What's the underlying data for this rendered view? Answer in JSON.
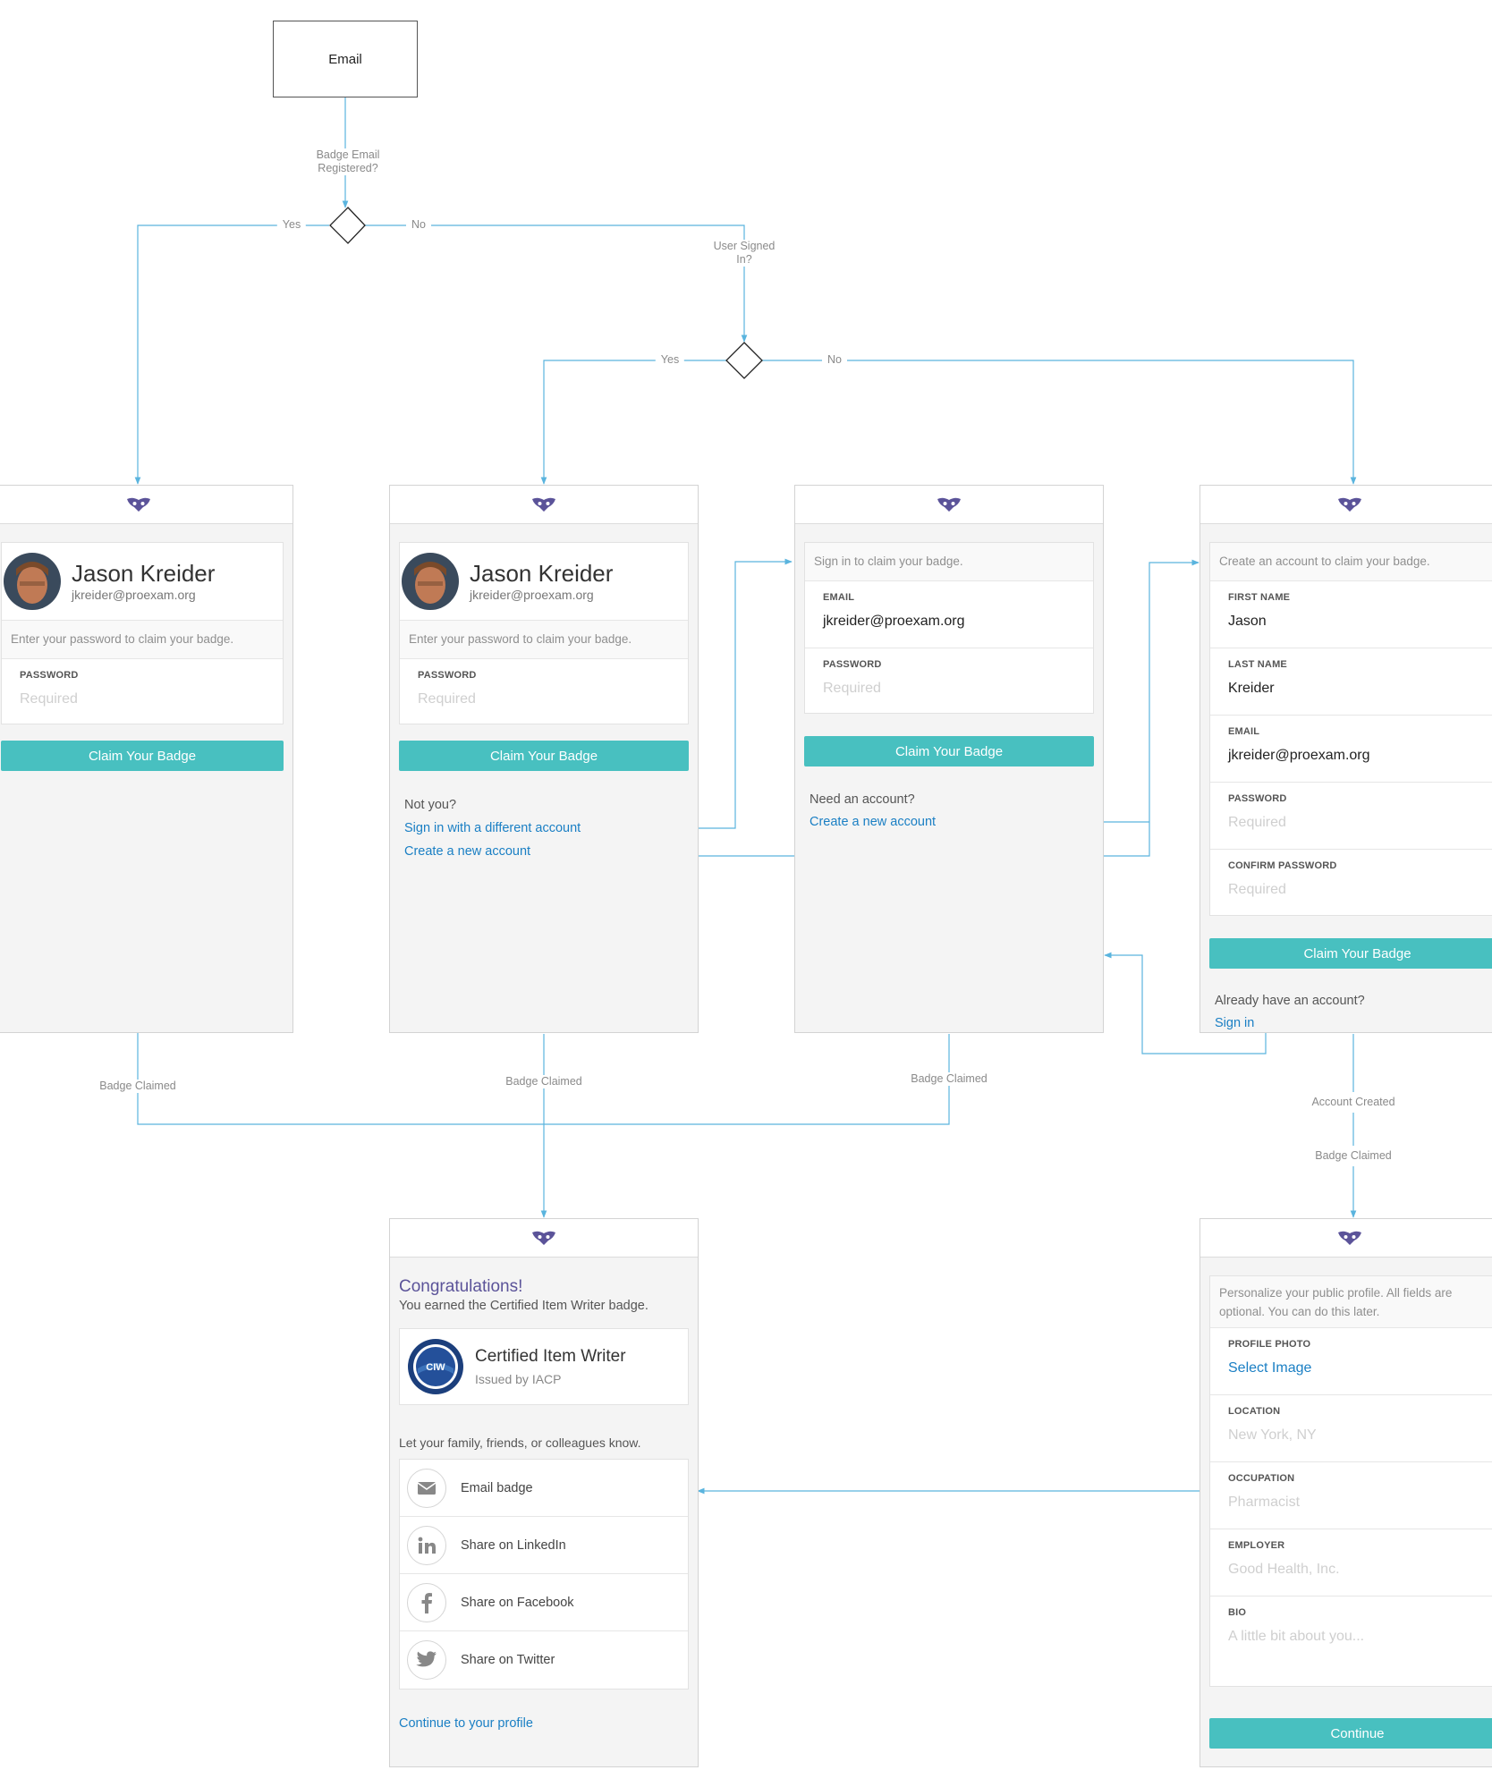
{
  "start_node": {
    "label": "Email"
  },
  "decisions": {
    "badge_email": {
      "question": "Badge Email Registered?",
      "yes": "Yes",
      "no": "No"
    },
    "signed_in": {
      "question": "User Signed In?",
      "yes": "Yes",
      "no": "No"
    }
  },
  "edge_labels": {
    "claimed_1": "Badge Claimed",
    "claimed_2": "Badge Claimed",
    "claimed_3": "Badge Claimed",
    "account_created": "Account Created",
    "claimed_4": "Badge Claimed"
  },
  "screen_registered": {
    "name": "Jason Kreider",
    "email": "jkreider@proexam.org",
    "hint": "Enter your password to claim your badge.",
    "password_label": "PASSWORD",
    "password_placeholder": "Required",
    "button": "Claim Your Badge"
  },
  "screen_signed_in": {
    "name": "Jason Kreider",
    "email": "jkreider@proexam.org",
    "hint": "Enter your password to claim your badge.",
    "password_label": "PASSWORD",
    "password_placeholder": "Required",
    "button": "Claim Your Badge",
    "not_you": "Not you?",
    "link_different": "Sign in with a different account",
    "link_create": "Create a new account"
  },
  "screen_sign_in": {
    "hint": "Sign in to claim your badge.",
    "email_label": "EMAIL",
    "email_value": "jkreider@proexam.org",
    "password_label": "PASSWORD",
    "password_placeholder": "Required",
    "button": "Claim Your Badge",
    "need_account": "Need an account?",
    "link_create": "Create a new account"
  },
  "screen_create": {
    "hint": "Create an account to claim your badge.",
    "first_label": "FIRST NAME",
    "first_value": "Jason",
    "last_label": "LAST NAME",
    "last_value": "Kreider",
    "email_label": "EMAIL",
    "email_value": "jkreider@proexam.org",
    "password_label": "PASSWORD",
    "password_placeholder": "Required",
    "confirm_label": "CONFIRM PASSWORD",
    "confirm_placeholder": "Required",
    "button": "Claim Your Badge",
    "already": "Already have an account?",
    "link_signin": "Sign in"
  },
  "screen_congrats": {
    "title": "Congratulations!",
    "subtitle": "You earned the Certified Item Writer badge.",
    "badge_name": "Certified Item Writer",
    "badge_issuer": "Issued by IACP",
    "badge_logo_text": "CIW",
    "share_prompt": "Let your family, friends, or colleagues know.",
    "share": [
      {
        "label": "Email badge",
        "icon": "envelope-icon"
      },
      {
        "label": "Share on LinkedIn",
        "icon": "linkedin-icon"
      },
      {
        "label": "Share on Facebook",
        "icon": "facebook-icon"
      },
      {
        "label": "Share on Twitter",
        "icon": "twitter-icon"
      }
    ],
    "continue_link": "Continue to your profile"
  },
  "screen_profile": {
    "hint": "Personalize your public profile. All fields are optional. You can do this later.",
    "photo_label": "PROFILE PHOTO",
    "photo_link": "Select Image",
    "location_label": "LOCATION",
    "location_placeholder": "New York, NY",
    "occupation_label": "OCCUPATION",
    "occupation_placeholder": "Pharmacist",
    "employer_label": "EMPLOYER",
    "employer_placeholder": "Good Health, Inc.",
    "bio_label": "BIO",
    "bio_placeholder": "A little bit about you...",
    "button": "Continue"
  },
  "colors": {
    "connector": "#5ab4de",
    "button": "#48c0c0",
    "link": "#1a7fc4",
    "logo": "#5b5399"
  }
}
